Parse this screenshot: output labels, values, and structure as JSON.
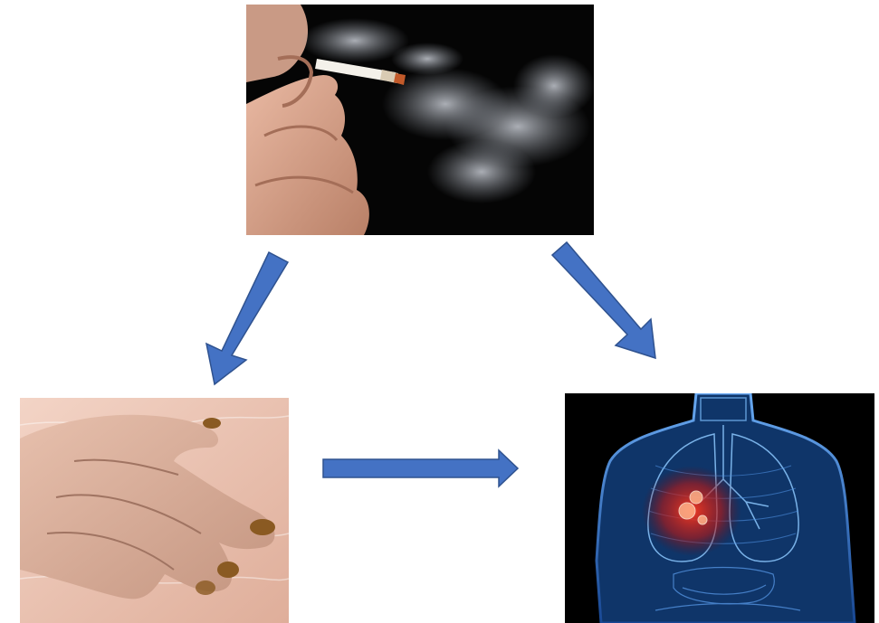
{
  "diagram": {
    "nodes": [
      {
        "id": "smoking",
        "image": "hand-holding-lit-cigarette-with-smoke"
      },
      {
        "id": "stained-fingers",
        "image": "hand-with-nicotine-stained-fingernails"
      },
      {
        "id": "lung-cancer",
        "image": "x-ray-torso-with-highlighted-lung-tumor"
      }
    ],
    "edges": [
      {
        "from": "smoking",
        "to": "stained-fingers"
      },
      {
        "from": "smoking",
        "to": "lung-cancer"
      },
      {
        "from": "stained-fingers",
        "to": "lung-cancer"
      }
    ],
    "colors": {
      "arrow_fill": "#4472c4",
      "arrow_stroke": "#2f528f",
      "body_glow": "#4a8fe0",
      "tumor": "#e0241c"
    }
  }
}
